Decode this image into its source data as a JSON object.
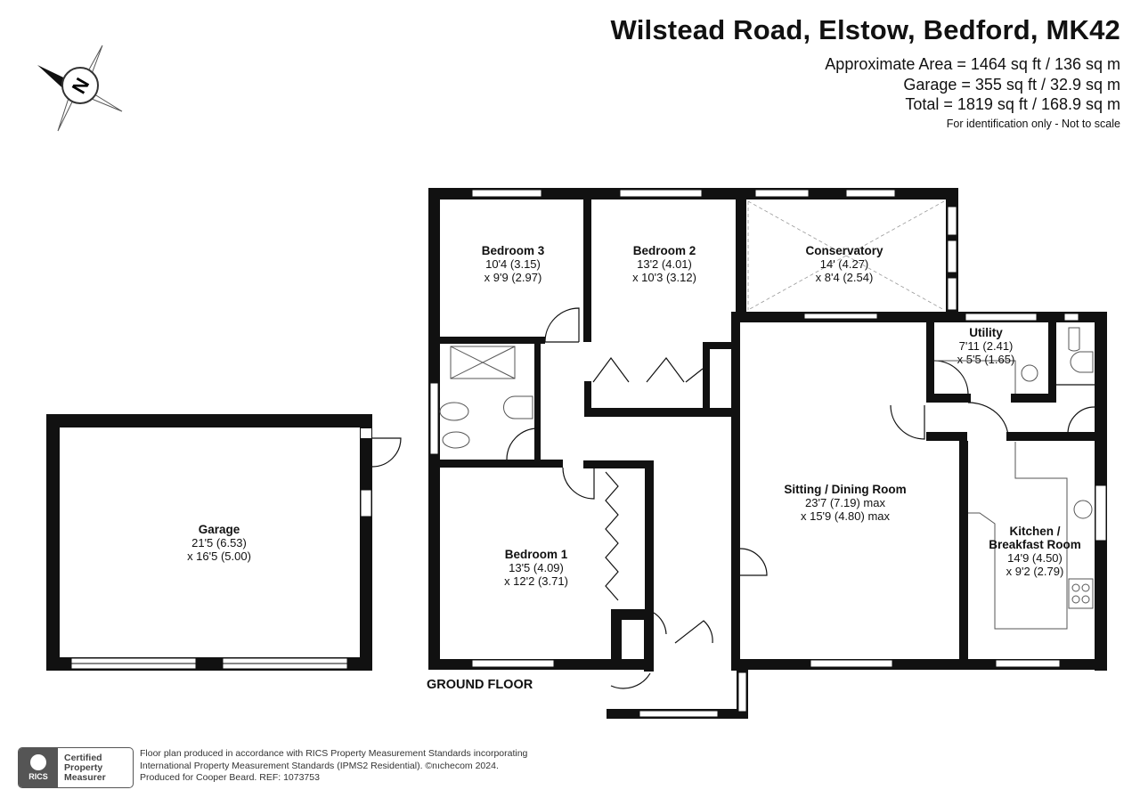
{
  "header": {
    "title": "Wilstead Road, Elstow, Bedford, MK42",
    "areas": [
      "Approximate Area = 1464 sq ft / 136 sq m",
      "Garage = 355 sq ft / 32.9 sq m",
      "Total = 1819 sq ft / 168.9 sq m"
    ],
    "disclaimer": "For identification only - Not to scale"
  },
  "compass": {
    "letter": "N"
  },
  "rooms": {
    "bedroom3": {
      "name": "Bedroom 3",
      "dim1": "10'4 (3.15)",
      "dim2": "x 9'9 (2.97)"
    },
    "bedroom2": {
      "name": "Bedroom 2",
      "dim1": "13'2 (4.01)",
      "dim2": "x 10'3 (3.12)"
    },
    "conservatory": {
      "name": "Conservatory",
      "dim1": "14' (4.27)",
      "dim2": "x 8'4 (2.54)"
    },
    "utility": {
      "name": "Utility",
      "dim1": "7'11 (2.41)",
      "dim2": "x 5'5 (1.65)"
    },
    "sitting": {
      "name": "Sitting / Dining Room",
      "dim1": "23'7 (7.19) max",
      "dim2": "x 15'9 (4.80) max"
    },
    "kitchen": {
      "name": "Kitchen /",
      "name2": "Breakfast Room",
      "dim1": "14'9 (4.50)",
      "dim2": "x 9'2 (2.79)"
    },
    "bedroom1": {
      "name": "Bedroom 1",
      "dim1": "13'5 (4.09)",
      "dim2": "x 12'2 (3.71)"
    },
    "garage": {
      "name": "Garage",
      "dim1": "21'5 (6.53)",
      "dim2": "x 16'5 (5.00)"
    }
  },
  "floor_label": "GROUND FLOOR",
  "footer": {
    "badge_logo": "RICS",
    "badge_line1": "Certified",
    "badge_line2": "Property",
    "badge_line3": "Measurer",
    "line1": "Floor plan produced in accordance with RICS Property Measurement Standards incorporating",
    "line2": "International Property Measurement Standards (IPMS2 Residential).   ©nıchecom 2024.",
    "line3": "Produced for Cooper Beard.   REF: 1073753"
  },
  "colors": {
    "wall": "#111111",
    "fixture": "#555555",
    "window": "#ffffff"
  }
}
